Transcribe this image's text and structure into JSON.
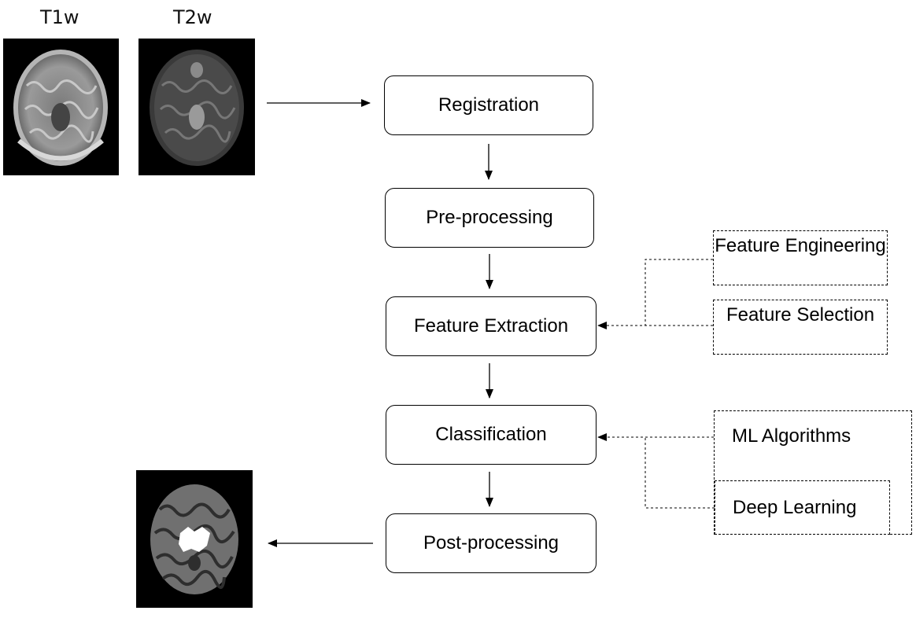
{
  "inputs": {
    "t1_label": "T1w",
    "t2_label": "T2w"
  },
  "stages": {
    "registration": "Registration",
    "preprocessing": "Pre-processing",
    "feature_extraction": "Feature Extraction",
    "classification": "Classification",
    "postprocessing": "Post-processing"
  },
  "feature_methods": {
    "engineering": "Feature Engineering",
    "selection": "Feature Selection"
  },
  "classifiers": {
    "ml": "ML Algorithms",
    "dl": "Deep Learning"
  }
}
